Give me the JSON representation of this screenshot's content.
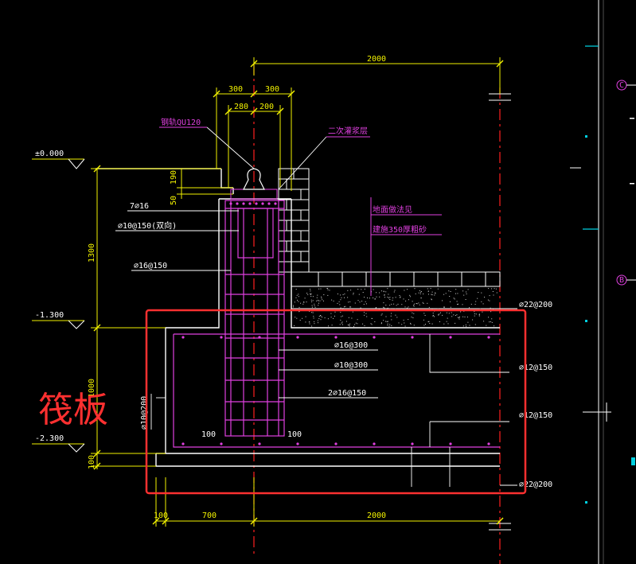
{
  "colors": {
    "background": "#000000",
    "dimension": "#f2f200",
    "rebar": "#e040e0",
    "outline": "#ffffff",
    "axis": "#ff2020",
    "highlight": "#ff3030",
    "cyan": "#00d0e0"
  },
  "dims": {
    "top_width": "2000",
    "left_300": "300",
    "right_300": "300",
    "left_280": "280",
    "right_200": "200",
    "h_190": "190",
    "h_50": "50",
    "h_1300": "1300",
    "h_1000": "1000",
    "h_100": "100",
    "bottom_100": "100",
    "bottom_700": "700",
    "bottom_2000": "2000",
    "inner_100_left": "100",
    "inner_100_right": "100"
  },
  "elevations": {
    "zero": "±0.000",
    "minus_1300": "-1.300",
    "minus_2300": "-2.300"
  },
  "labels": {
    "rail": "钢轨QU120",
    "grout": "二次灌浆层",
    "bars_7": "7⌀16",
    "stirrup_10": "⌀10@150(双向)",
    "bars_16_150": "⌀16@150",
    "slab_note_1": "地面做法见",
    "slab_note_2": "建施350厚粗砂",
    "side_bars": "⌀10@200",
    "ring_16_300": "⌀16@300",
    "ring_10_300": "⌀10@300",
    "bars_2_16": "2⌀16@150",
    "right_22_200_top": "⌀22@200",
    "right_12_150_a": "⌀12@150",
    "right_12_150_b": "⌀12@150",
    "right_22_200_bottom": "⌀22@200",
    "axis_c": "C",
    "axis_b": "B"
  },
  "annotation": {
    "raft_label": "筏板"
  }
}
